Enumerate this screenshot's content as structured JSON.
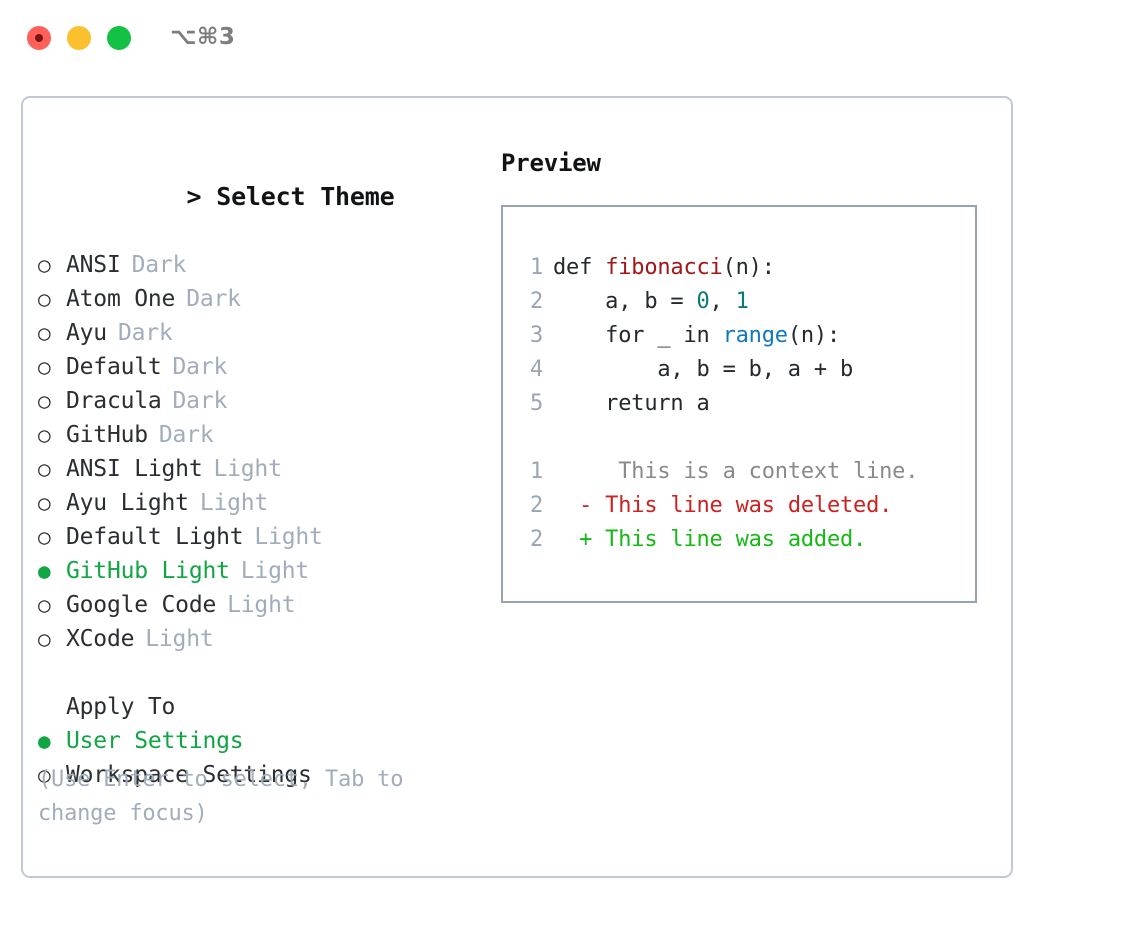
{
  "window": {
    "shortcut_label": "⌥⌘3",
    "traffic_lights": {
      "close_label": "close",
      "minimize_label": "minimize",
      "maximize_label": "maximize"
    }
  },
  "colors": {
    "selected_green": "#12a544",
    "muted_tag": "#a2adbb",
    "card_border": "#c3c9d4",
    "preview_border": "#97a2b2",
    "code_function": "#a31616",
    "code_number": "#0a7a75",
    "code_call": "#1278c0",
    "diff_delete": "#cc2222",
    "diff_add": "#16b916",
    "diff_context": "#8a8a8a"
  },
  "theme_picker": {
    "caret": ">",
    "title": "Select Theme",
    "bullet_unselected": "○",
    "bullet_selected": "●",
    "items": [
      {
        "label": "ANSI",
        "tag": "Dark",
        "selected": false
      },
      {
        "label": "Atom One",
        "tag": "Dark",
        "selected": false
      },
      {
        "label": "Ayu",
        "tag": "Dark",
        "selected": false
      },
      {
        "label": "Default",
        "tag": "Dark",
        "selected": false
      },
      {
        "label": "Dracula",
        "tag": "Dark",
        "selected": false
      },
      {
        "label": "GitHub",
        "tag": "Dark",
        "selected": false
      },
      {
        "label": "ANSI Light",
        "tag": "Light",
        "selected": false
      },
      {
        "label": "Ayu Light",
        "tag": "Light",
        "selected": false
      },
      {
        "label": "Default Light",
        "tag": "Light",
        "selected": false
      },
      {
        "label": "GitHub Light",
        "tag": "Light",
        "selected": true
      },
      {
        "label": "Google Code",
        "tag": "Light",
        "selected": false
      },
      {
        "label": "XCode",
        "tag": "Light",
        "selected": false
      }
    ]
  },
  "apply_to": {
    "title": "Apply To",
    "items": [
      {
        "label": "User Settings",
        "selected": true
      },
      {
        "label": "Workspace Settings",
        "selected": false
      }
    ]
  },
  "hint": {
    "text": "(Use Enter to select, Tab to change focus)"
  },
  "preview": {
    "title": "Preview",
    "code_lines": [
      {
        "num": "1",
        "segments": [
          {
            "t": "def ",
            "c": "plain"
          },
          {
            "t": "fibonacci",
            "c": "fn"
          },
          {
            "t": "(n):",
            "c": "plain"
          }
        ]
      },
      {
        "num": "2",
        "segments": [
          {
            "t": "    a, b = ",
            "c": "plain"
          },
          {
            "t": "0",
            "c": "num"
          },
          {
            "t": ", ",
            "c": "plain"
          },
          {
            "t": "1",
            "c": "num"
          }
        ]
      },
      {
        "num": "3",
        "segments": [
          {
            "t": "    for _ in ",
            "c": "plain"
          },
          {
            "t": "range",
            "c": "call"
          },
          {
            "t": "(n):",
            "c": "plain"
          }
        ]
      },
      {
        "num": "4",
        "segments": [
          {
            "t": "        a, b = b, a + b",
            "c": "plain"
          }
        ]
      },
      {
        "num": "5",
        "segments": [
          {
            "t": "    return a",
            "c": "plain"
          }
        ]
      }
    ],
    "diff_lines": [
      {
        "num": "1",
        "marker": " ",
        "text": "  This is a context line.",
        "kind": "ctx"
      },
      {
        "num": "2",
        "marker": "-",
        "text": " This line was deleted.",
        "kind": "del"
      },
      {
        "num": "2",
        "marker": "+",
        "text": " This line was added.",
        "kind": "add"
      }
    ]
  }
}
